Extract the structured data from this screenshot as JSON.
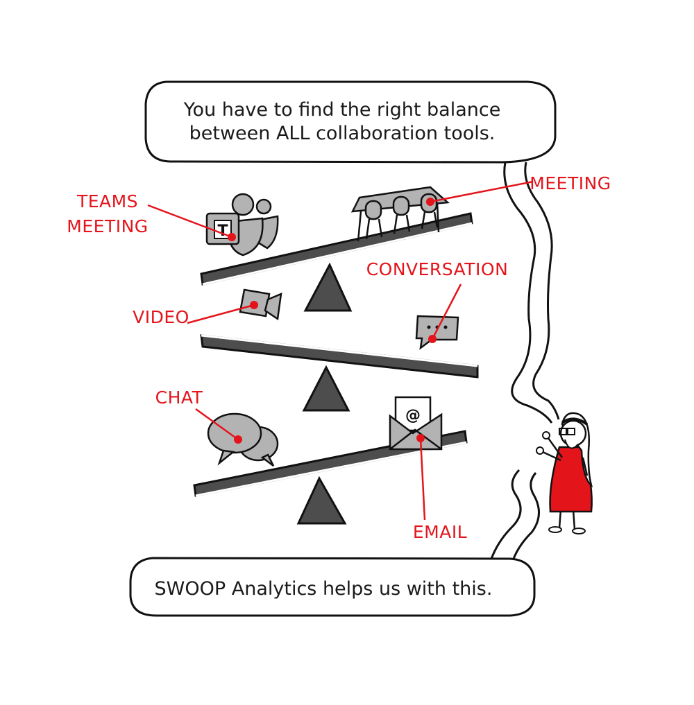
{
  "speech": {
    "top_line1": "You have to find the right balance",
    "top_line2": "between ALL collaboration tools.",
    "bottom": "SWOOP Analytics helps us with this."
  },
  "labels": {
    "teams_line1": "TEAMS",
    "teams_line2": "MEETING",
    "meeting": "MEETING",
    "conversation": "CONVERSATION",
    "video": "VIDEO",
    "chat": "CHAT",
    "email": "EMAIL"
  },
  "icons": {
    "teams_letter": "T",
    "email_symbol": "@"
  },
  "colors": {
    "accent": "#e4141b",
    "plank": "#4d4d4d",
    "icon_gray": "#b3b3b3",
    "ink": "#1a1a1a"
  }
}
